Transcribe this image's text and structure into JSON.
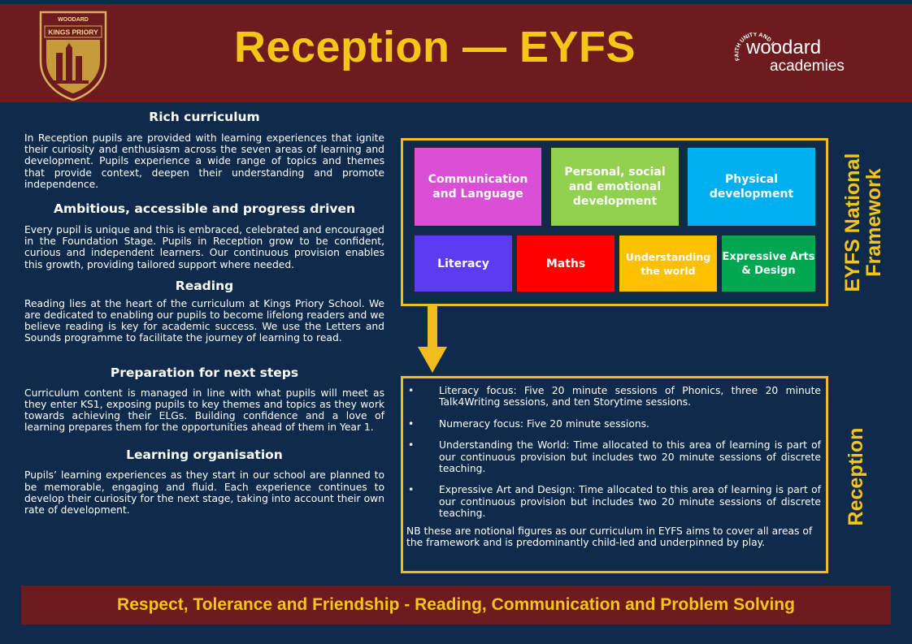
{
  "header": {
    "title": "Reception — EYFS",
    "crest_top": "WOODARD",
    "crest_name": "KINGS PRIORY",
    "woodard_arc": "FAITH UNITY AND VISION",
    "woodard_name": "woodard",
    "woodard_sub": "academies"
  },
  "sections": [
    {
      "heading": "Rich curriculum",
      "body": "In Reception pupils are provided with learning experiences that ignite their curiosity and enthusiasm across the seven areas of learning and development. Pupils experience a wide range of topics and themes that provide context, deepen their understanding and promote independence."
    },
    {
      "heading": "Ambitious, accessible and progress driven",
      "body": "Every pupil is unique and this is embraced, celebrated and encouraged in the Foundation Stage. Pupils in Reception grow to be confident, curious and independent learners. Our continuous provision enables this growth, providing tailored support where needed."
    },
    {
      "heading": "Reading",
      "body": "Reading lies at the heart of the curriculum at Kings Priory School. We are dedicated to enabling our pupils to become lifelong readers and we believe reading is key for academic success.  We use the Letters and Sounds programme to facilitate the journey of learning to read."
    },
    {
      "heading": "Preparation for next steps",
      "body": "Curriculum content is managed in line with what pupils will meet as they enter KS1, exposing pupils to key themes and topics as they work towards achieving their ELGs. Building confidence and a love of learning prepares them for the opportunities ahead of them in Year 1."
    },
    {
      "heading": "Learning organisation",
      "body": "Pupils’ learning experiences as they start in our school are planned to be memorable, engaging and fluid.  Each experience continues to develop their curiosity for the next stage, taking into account their own rate of development."
    }
  ],
  "framework": {
    "label": "EYFS National Framework",
    "label_line1": "EYFS National",
    "label_line2": "Framework",
    "areas": [
      {
        "label": "Communication and Language",
        "color": "#d94fd6"
      },
      {
        "label": "Personal, social and emotional development",
        "color": "#92d050"
      },
      {
        "label": "Physical development",
        "color": "#00b0f0"
      },
      {
        "label": "Literacy",
        "color": "#5b3cf0"
      },
      {
        "label": "Maths",
        "color": "#ff0000"
      },
      {
        "label": "Understanding the world",
        "color": "#ffc000"
      },
      {
        "label": "Expressive Arts & Design",
        "color": "#00a650"
      }
    ]
  },
  "reception": {
    "label": "Reception",
    "bullets": [
      "Literacy focus: Five 20 minute sessions of Phonics, three 20 minute Talk4Writing sessions, and ten Storytime sessions.",
      "Numeracy focus: Five 20 minute sessions.",
      "Understanding the World: Time allocated to this area of learning is part of our continuous provision but includes two 20 minute sessions of discrete teaching.",
      "Expressive Art and Design: Time allocated to this area of learning is part of our continuous provision but includes two 20 minute sessions of discrete teaching."
    ],
    "note": "NB these are notional figures as our curriculum in EYFS aims to cover all areas of the framework and is predominantly child-led and underpinned by play."
  },
  "footer": {
    "text": "Respect, Tolerance and Friendship - Reading, Communication and Problem Solving"
  },
  "colors": {
    "background": "#0f2a4a",
    "header": "#6d1b1f",
    "accent": "#f5c518",
    "frame": "#f0bc1e"
  }
}
